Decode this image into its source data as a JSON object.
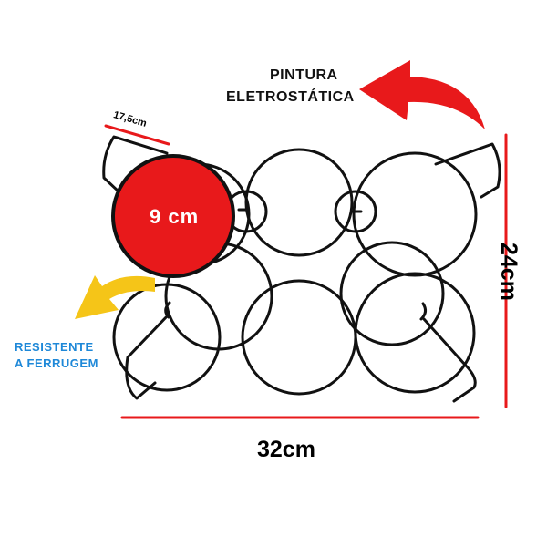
{
  "labels": {
    "coating_line1": "PINTURA",
    "coating_line2": "ELETROSTÁTICA",
    "rust_line1": "RESISTENTE",
    "rust_line2": "A FERRUGEM",
    "width": "32cm",
    "height": "24cm",
    "slot_width": "17,5cm",
    "slot_diameter": "9 cm"
  },
  "colors": {
    "accent_red": "#e8191b",
    "accent_yellow": "#f5c518",
    "text_blue": "#1e88d8",
    "wire": "#111111"
  },
  "icons": {
    "coating_arrow": "curved-arrow-left-icon",
    "rust_arrow": "curved-arrow-down-left-icon"
  }
}
